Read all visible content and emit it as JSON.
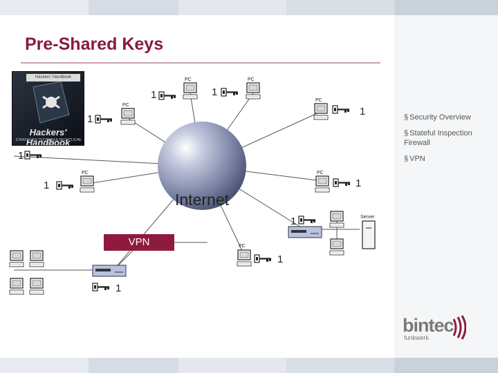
{
  "slide": {
    "title": "Pre-Shared Keys",
    "colors": {
      "title": "#8a1a3c",
      "accent": "#8f1a3e",
      "globe": "#7c85a6",
      "line": "#555555"
    }
  },
  "book": {
    "top_text": "Hackers' Handbook",
    "title": "Hackers' Handbook",
    "subtitle": "STRATEGIEN TECHNIKEN RECHTLICHE LAGE"
  },
  "diagram": {
    "center_label": "Internet",
    "pc_label": "PC",
    "server_label": "Server",
    "key_number": "1",
    "vpn_label": "VPN"
  },
  "bullets": [
    "Security Overview",
    "Stateful Inspection Firewall",
    "VPN"
  ],
  "logo": {
    "name": "bintec",
    "tagline": "funkwerk"
  }
}
